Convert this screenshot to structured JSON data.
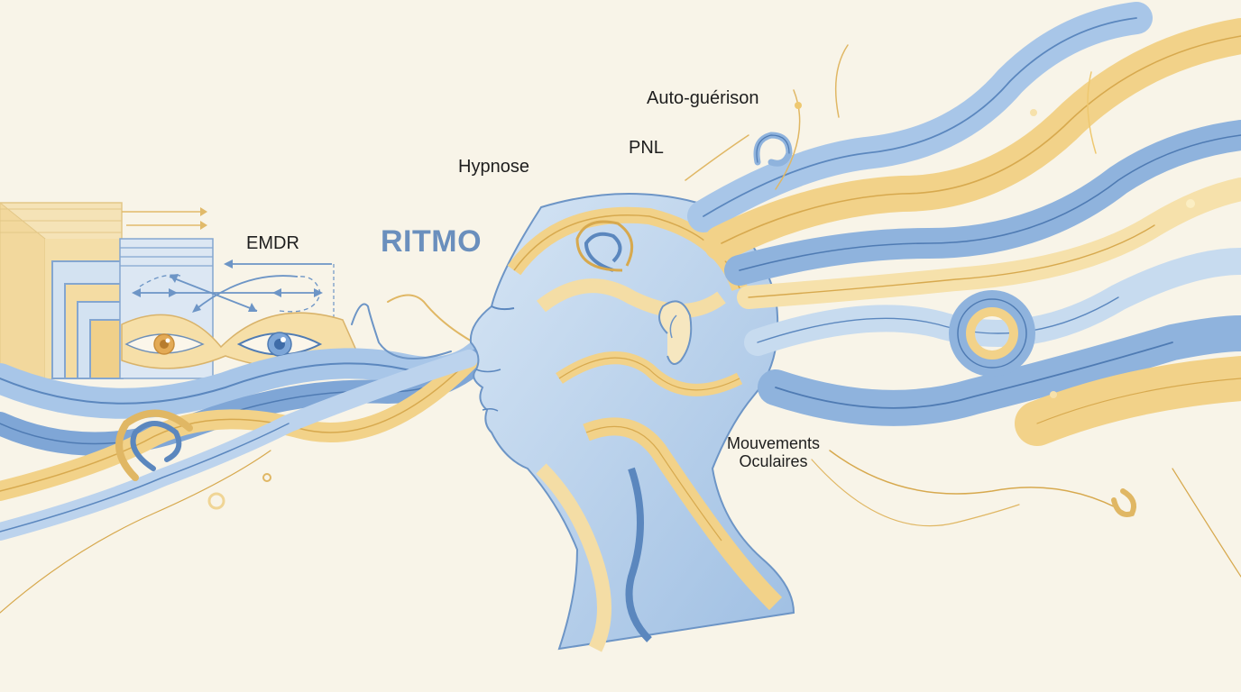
{
  "title": "RITMO",
  "labels": {
    "emdr": "EMDR",
    "hypnose": "Hypnose",
    "pnl": "PNL",
    "auto_guerison": "Auto-guérison",
    "mouvements_line1": "Mouvements",
    "mouvements_line2": "Oculaires"
  },
  "colors": {
    "background": "#f8f4e8",
    "brand_blue": "#6a8fbd",
    "blue_light": "#c7dbef",
    "blue_mid": "#8fb3dd",
    "blue_dark": "#5b87be",
    "gold_light": "#f6e1ab",
    "gold_mid": "#eec870",
    "gold_dark": "#d7a94e",
    "text": "#1e1e1e"
  },
  "illustration": {
    "subject": "head-profile-with-flowing-waves",
    "left_graphic": "emdr-eyes-with-bidirectional-arrows"
  }
}
